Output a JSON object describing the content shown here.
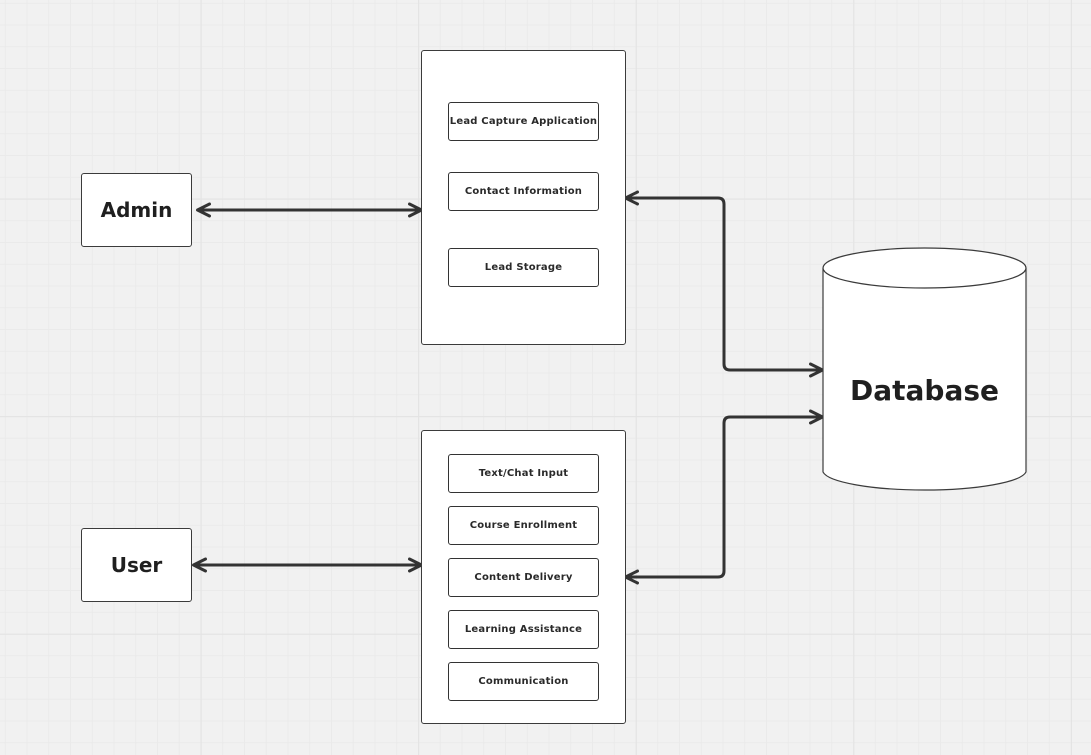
{
  "actors": {
    "admin": "Admin",
    "user": "User"
  },
  "admin_modules": [
    "Lead Capture Application",
    "Contact Information",
    "Lead Storage"
  ],
  "user_modules": [
    "Text/Chat Input",
    "Course Enrollment",
    "Content Delivery",
    "Learning Assistance",
    "Communication"
  ],
  "database": {
    "label": "Database"
  },
  "colors": {
    "background": "#f1f1f1",
    "stroke": "#3b3b3b",
    "fill": "#ffffff",
    "text": "#1f1f1f"
  }
}
